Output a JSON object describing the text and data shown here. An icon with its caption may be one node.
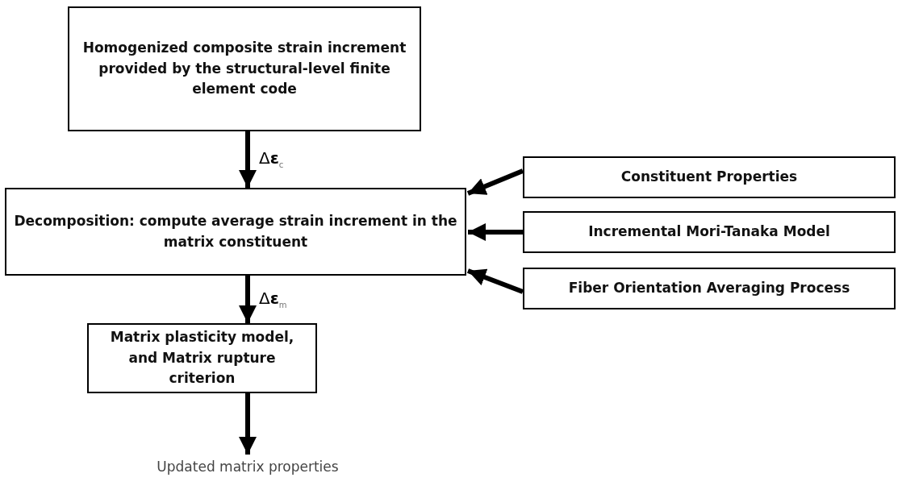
{
  "diagram": {
    "nodes": [
      {
        "text": [
          "Homogenized composite strain increment provided by the structural-level finite element code"
        ]
      },
      {
        "text": [
          "Decomposition:  compute average strain increment in the matrix constituent"
        ]
      },
      {
        "text": [
          "Matrix plasticity model, and Matrix rupture criterion"
        ]
      },
      {
        "text": [
          "Updated matrix properties"
        ]
      },
      {
        "text": [
          "Constituent Properties"
        ]
      },
      {
        "text": [
          "Incremental Mori-Tanaka Model"
        ]
      },
      {
        "text": [
          "Fiber Orientation Averaging Process"
        ]
      }
    ],
    "edges": [
      {
        "from": 0,
        "to": 1,
        "arrow": "to",
        "label": "Δ**ε**$_{c}$"
      },
      {
        "from": 1,
        "to": 2,
        "arrow": "to",
        "label": "Δ**ε**$_{m}$"
      },
      {
        "from": 2,
        "to": 3,
        "arrow": "to"
      },
      {
        "from": 4,
        "to": 1,
        "arrow": "to"
      },
      {
        "from": 5,
        "to": 1,
        "arrow": "to"
      },
      {
        "from": 6,
        "to": 1,
        "arrow": "to"
      }
    ]
  }
}
